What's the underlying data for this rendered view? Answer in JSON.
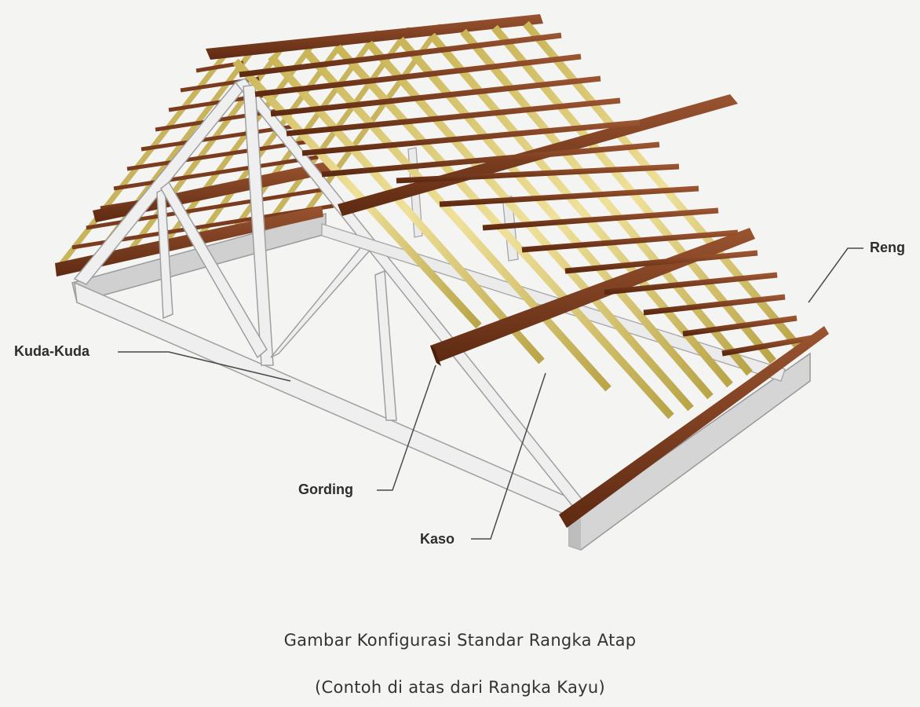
{
  "labels": {
    "kuda_kuda": "Kuda-Kuda",
    "gording": "Gording",
    "kaso": "Kaso",
    "reng": "Reng"
  },
  "caption": {
    "line1": "Gambar Konfigurasi Standar Rangka Atap",
    "line2": "(Contoh di atas dari Rangka Kayu)"
  },
  "colors": {
    "background": "#f4f4f2",
    "truss": "#eeeeee",
    "truss_edge": "#a9a9a9",
    "reng": "#7a3b1e",
    "kaso": "#d6c46a",
    "plate": "#d2d2d2"
  }
}
